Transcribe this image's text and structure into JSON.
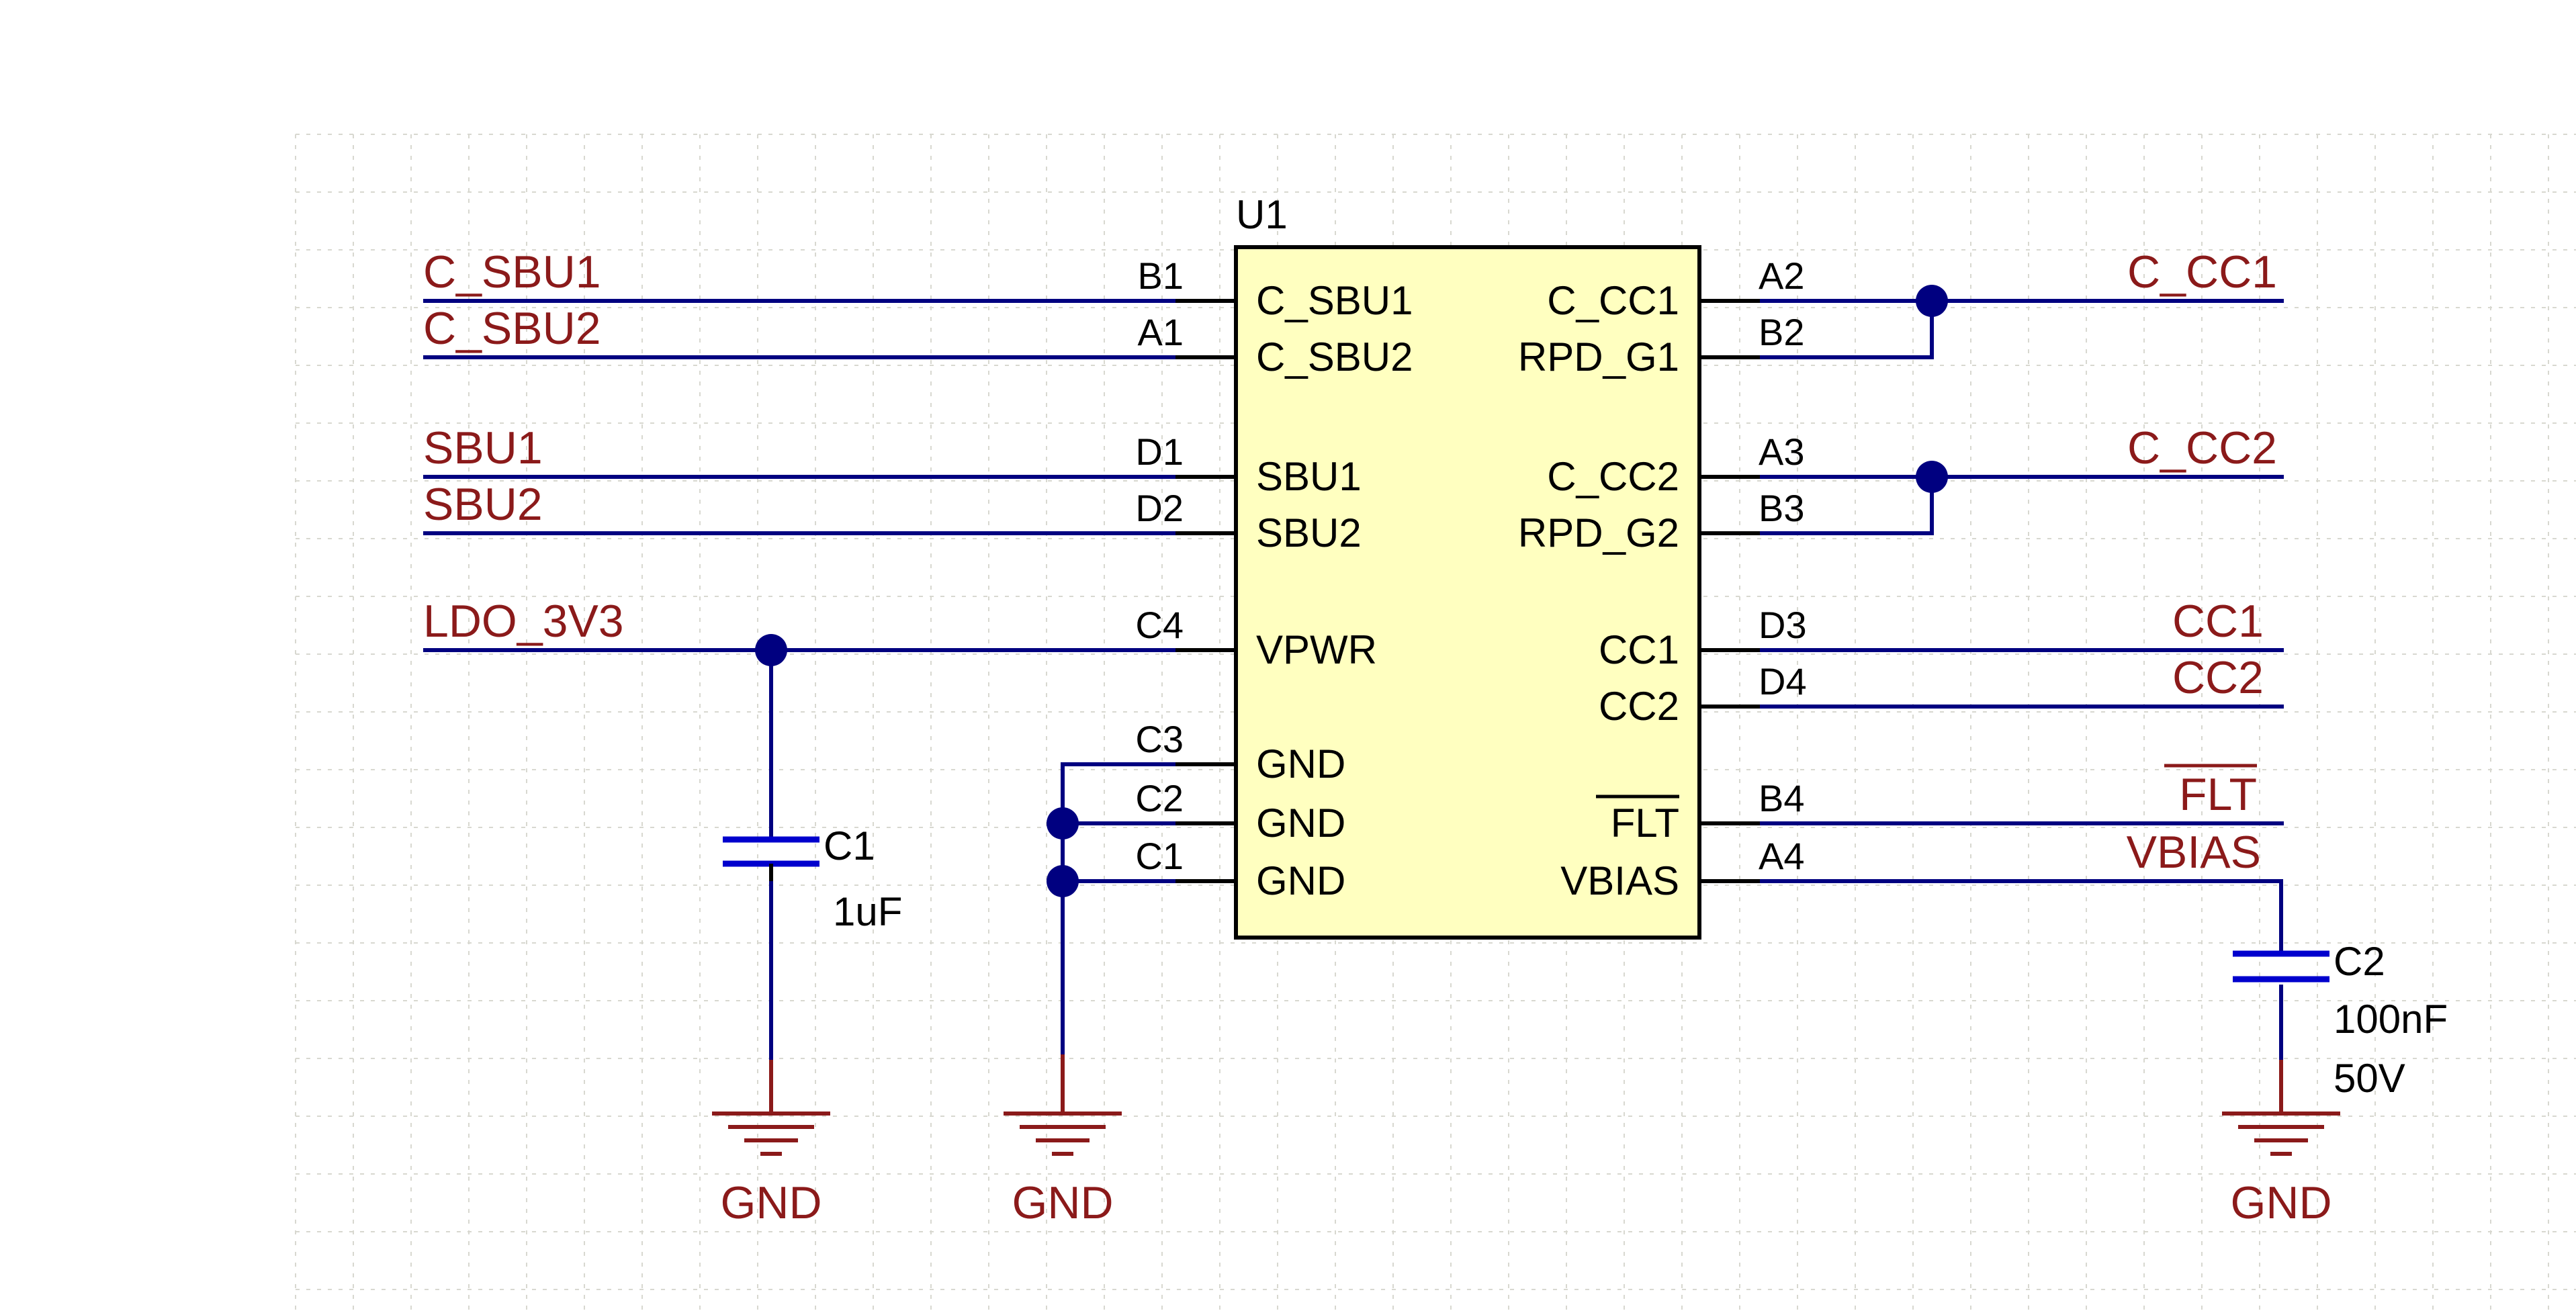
{
  "ic": {
    "designator": "U1",
    "left_pins": [
      {
        "number": "B1",
        "name": "C_SBU1",
        "net": "C_SBU1"
      },
      {
        "number": "A1",
        "name": "C_SBU2",
        "net": "C_SBU2"
      },
      {
        "number": "D1",
        "name": "SBU1",
        "net": "SBU1"
      },
      {
        "number": "D2",
        "name": "SBU2",
        "net": "SBU2"
      },
      {
        "number": "C4",
        "name": "VPWR",
        "net": "LDO_3V3"
      },
      {
        "number": "C3",
        "name": "GND",
        "net": ""
      },
      {
        "number": "C2",
        "name": "GND",
        "net": ""
      },
      {
        "number": "C1",
        "name": "GND",
        "net": ""
      }
    ],
    "right_pins": [
      {
        "number": "A2",
        "name": "C_CC1",
        "net": "C_CC1"
      },
      {
        "number": "B2",
        "name": "RPD_G1",
        "net": ""
      },
      {
        "number": "A3",
        "name": "C_CC2",
        "net": "C_CC2"
      },
      {
        "number": "B3",
        "name": "RPD_G2",
        "net": ""
      },
      {
        "number": "D3",
        "name": "CC1",
        "net": "CC1"
      },
      {
        "number": "D4",
        "name": "CC2",
        "net": "CC2"
      },
      {
        "number": "B4",
        "name": "FLT",
        "net": "FLT"
      },
      {
        "number": "A4",
        "name": "VBIAS",
        "net": "VBIAS"
      }
    ]
  },
  "capacitors": [
    {
      "designator": "C1",
      "value": "1uF",
      "rating": ""
    },
    {
      "designator": "C2",
      "value": "100nF",
      "rating": "50V"
    }
  ],
  "grounds": [
    "GND",
    "GND",
    "GND"
  ],
  "colors": {
    "wire": "#000080",
    "net_label": "#8b1a1a",
    "ic_body": "#ffffc0",
    "junction": "#000080",
    "grid": "#d8d8d0"
  }
}
